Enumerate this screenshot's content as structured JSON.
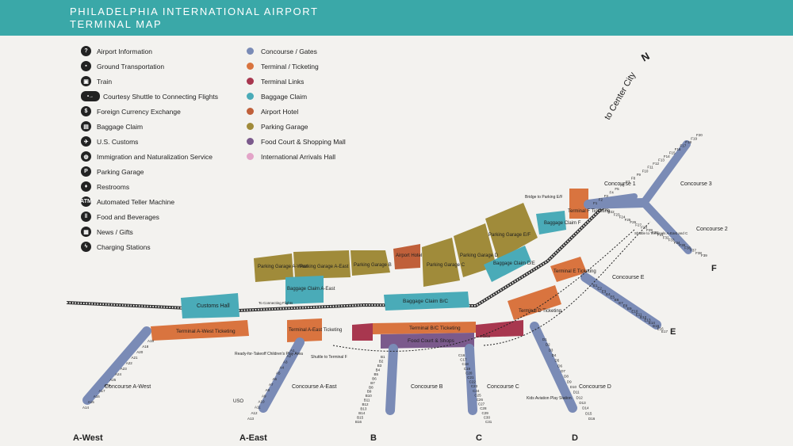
{
  "header": {
    "title_line1": "PHILADELPHIA INTERNATIONAL AIRPORT",
    "title_line2": "TERMINAL MAP"
  },
  "colors": {
    "header": "#3aa8a8",
    "concourse": "#7a8bb6",
    "terminal": "#d9743f",
    "terminal_links": "#a8374f",
    "baggage_claim": "#4aabb8",
    "airport_hotel": "#c0603a",
    "parking_garage": "#a08b3a",
    "food_court": "#7b5a8c",
    "international_arrivals": "#e3a4c8"
  },
  "legend_services": [
    {
      "icon": "info-icon",
      "glyph": "?",
      "label": "Airport Information"
    },
    {
      "icon": "ground-transport-icon",
      "glyph": "▪",
      "label": "Ground Transportation"
    },
    {
      "icon": "train-icon",
      "glyph": "▣",
      "label": "Train"
    },
    {
      "icon": "shuttle-icon",
      "glyph": "•→",
      "label": "Courtesy Shuttle to Connecting Flights"
    },
    {
      "icon": "currency-icon",
      "glyph": "$",
      "label": "Foreign Currency Exchange"
    },
    {
      "icon": "baggage-icon",
      "glyph": "▤",
      "label": "Baggage Claim"
    },
    {
      "icon": "customs-icon",
      "glyph": "✈",
      "label": "U.S. Customs"
    },
    {
      "icon": "immigration-icon",
      "glyph": "◍",
      "label": "Immigration and Naturalization Service"
    },
    {
      "icon": "parking-icon",
      "glyph": "P",
      "label": "Parking Garage"
    },
    {
      "icon": "restrooms-icon",
      "glyph": "♦",
      "label": "Restrooms"
    },
    {
      "icon": "atm-icon",
      "glyph": "ATM",
      "label": "Automated Teller Machine"
    },
    {
      "icon": "food-icon",
      "glyph": "‖",
      "label": "Food and Beverages"
    },
    {
      "icon": "news-icon",
      "glyph": "▦",
      "label": "News / Gifts"
    },
    {
      "icon": "charging-icon",
      "glyph": "ϟ",
      "label": "Charging Stations"
    }
  ],
  "legend_areas": [
    {
      "label": "Concourse / Gates",
      "color": "#7a8bb6"
    },
    {
      "label": "Terminal / Ticketing",
      "color": "#d9743f"
    },
    {
      "label": "Terminal Links",
      "color": "#a8374f"
    },
    {
      "label": "Baggage Claim",
      "color": "#4aabb8"
    },
    {
      "label": "Airport Hotel",
      "color": "#c0603a"
    },
    {
      "label": "Parking Garage",
      "color": "#a08b3a"
    },
    {
      "label": "Food Court & Shopping Mall",
      "color": "#7b5a8c"
    },
    {
      "label": "International Arrivals Hall",
      "color": "#e3a4c8"
    }
  ],
  "direction": {
    "to_center_city": "to Center City",
    "north": "N"
  },
  "areas": {
    "parking_a_west": "Parking Garage A-West",
    "parking_a_east": "Parking Garage A-East",
    "parking_b": "Parking Garage B",
    "airport_hotel": "Airport Hotel",
    "parking_c": "Parking Garage C",
    "parking_d": "Parking Garage D",
    "parking_ef": "Parking Garage E/F",
    "baggage_a_east": "Baggage Claim A-East",
    "baggage_bc": "Baggage Claim B/C",
    "baggage_de": "Baggage Claim D/E",
    "baggage_f": "Baggage Claim F",
    "bridge_parking_ef": "Bridge to Parking E/F",
    "customs_hall": "Customs Hall",
    "to_connecting_flights": "To Connecting Flights",
    "terminal_a_west": "Terminal A-West Ticketing",
    "terminal_a_east": "Terminal A-East Ticketing",
    "terminal_bc": "Terminal B/C Ticketing",
    "food_court": "Food Court & Shops",
    "terminal_d": "Terminal D Ticketing",
    "terminal_e": "Terminal E Ticketing",
    "terminal_f": "Terminal F Ticketing",
    "ready_for_takeoff": "Ready-for-Takeoff Children's Play Area",
    "shuttle_terminal_f": "Shuttle to Terminal F",
    "shuttle_terminals_ac": "Shuttle to Terminals A-East and C",
    "kids_aviation": "Kids Aviation Play Station",
    "uso": "USO",
    "police": "Police"
  },
  "concourses": {
    "a_west": "Concourse A-West",
    "a_east": "Concourse A-East",
    "b": "Concourse B",
    "c": "Concourse C",
    "d": "Concourse D",
    "e": "Concourse E",
    "f1": "Concourse 1",
    "f2": "Concourse 2",
    "f3": "Concourse 3"
  },
  "bottom_labels": {
    "a_west": "A-West",
    "a_east": "A-East",
    "b": "B",
    "c": "C",
    "d": "D"
  },
  "side_labels": {
    "e": "E",
    "f": "F"
  },
  "gates": {
    "a_west": [
      "A19",
      "A18",
      "A20",
      "A21",
      "A22",
      "A23",
      "A24",
      "A25",
      "A26",
      "A17",
      "A16",
      "A15",
      "A14"
    ],
    "a_east": [
      "A1",
      "A2",
      "A3",
      "A4",
      "A5",
      "A6",
      "A7",
      "A8",
      "A9",
      "A10",
      "A11",
      "A12",
      "A13"
    ],
    "b": [
      "B1",
      "B2",
      "B3",
      "B4",
      "B5",
      "B6",
      "B7",
      "B8",
      "B9",
      "B10",
      "B11",
      "B12",
      "B13",
      "B14",
      "B15",
      "B16"
    ],
    "c": [
      "C16",
      "C17",
      "C18",
      "C19",
      "C20",
      "C21",
      "C22",
      "C23",
      "C24",
      "C25",
      "C26",
      "C27",
      "C28",
      "C29",
      "C30",
      "C31"
    ],
    "d": [
      "D1",
      "D2",
      "D3",
      "D4",
      "D5",
      "D6",
      "D7",
      "D8",
      "D9",
      "D10",
      "D11",
      "D12",
      "D13",
      "D14",
      "D15",
      "D16"
    ],
    "e": [
      "E1",
      "E2",
      "E3",
      "E4",
      "E5",
      "E6",
      "E7",
      "E8",
      "E9",
      "E10",
      "E11",
      "E12",
      "E13",
      "E14",
      "E15",
      "E16",
      "E17"
    ],
    "f": [
      "F1",
      "F2",
      "F3",
      "F4",
      "F5",
      "F6",
      "F7",
      "F8",
      "F9",
      "F10",
      "F11",
      "F12",
      "F13",
      "F14",
      "F15",
      "F16",
      "F17",
      "F18",
      "F19",
      "F20",
      "F21",
      "F22",
      "F23",
      "F24",
      "F25",
      "F26",
      "F27",
      "F28",
      "F29",
      "F30",
      "F31",
      "F32",
      "F33",
      "F34",
      "F35",
      "F36",
      "F37",
      "F38",
      "F39"
    ]
  }
}
